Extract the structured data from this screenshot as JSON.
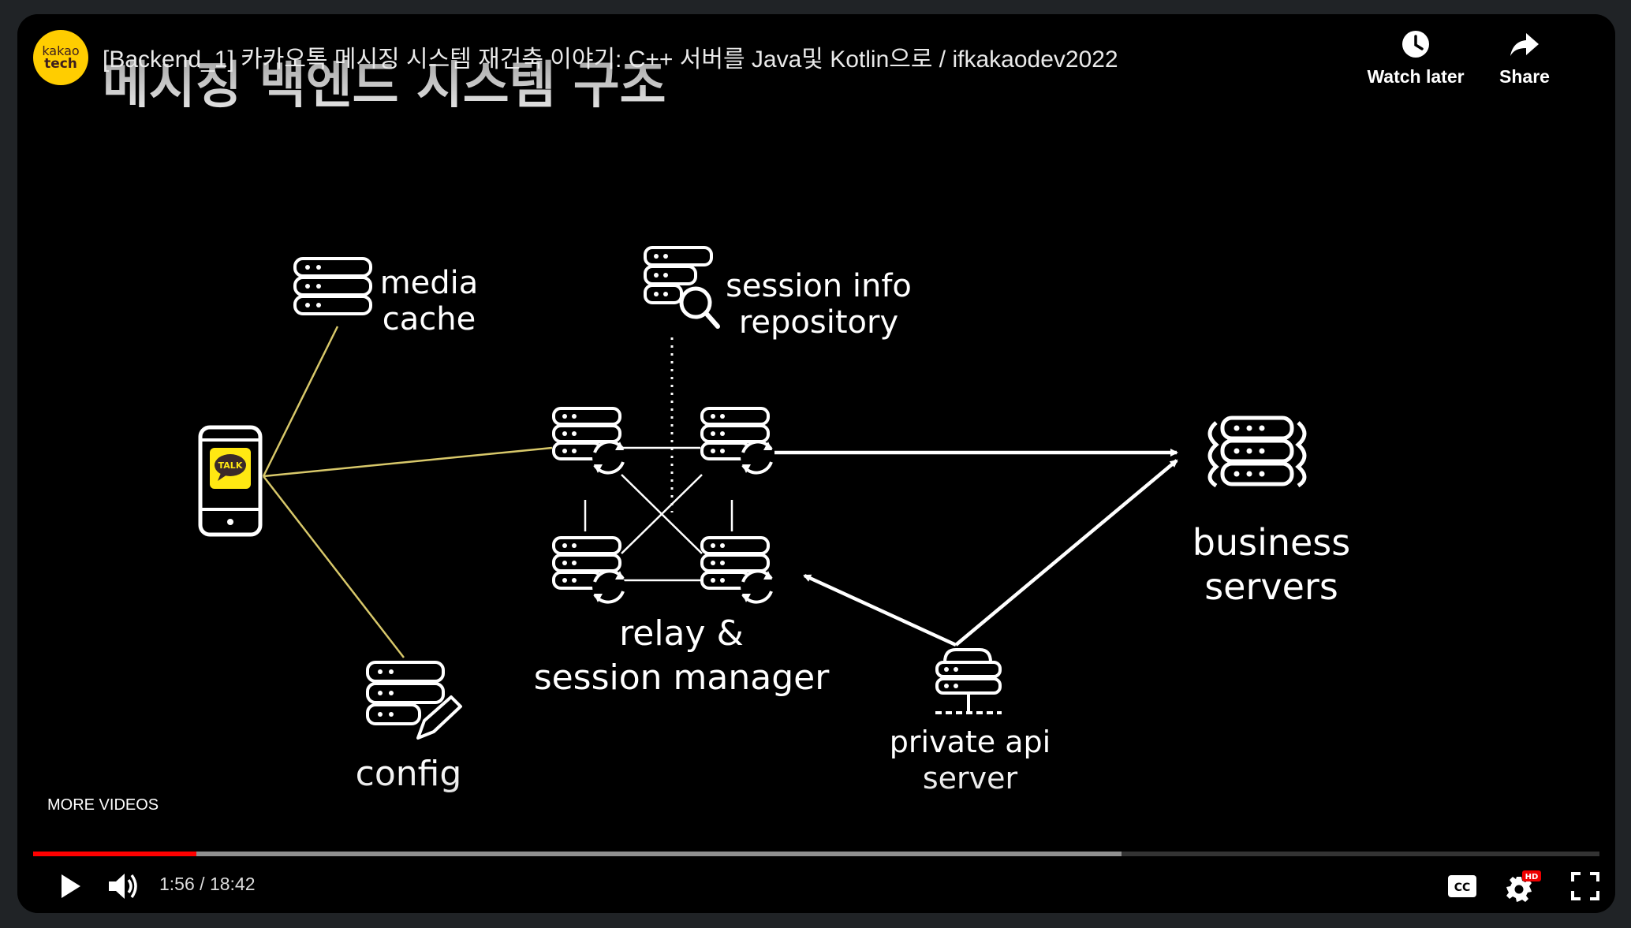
{
  "window": {
    "bg": "#202326"
  },
  "header": {
    "channel_avatar": {
      "line1": "kakao",
      "line2": "tech",
      "bg": "#ffcd00"
    },
    "title": "[Backend_1] 카카오톡 메시징 시스템 재건축 이야기: C++ 서버를 Java및 Kotlin으로 / ifkakaodev2022",
    "actions": [
      {
        "label": "Watch later",
        "icon": "clock-icon"
      },
      {
        "label": "Share",
        "icon": "share-arrow-icon"
      }
    ]
  },
  "slide": {
    "heading": "메시징 백엔드 시스템 구조",
    "accent": "#d8c86a",
    "phone": {
      "badge": "TALK",
      "badge_color": "#ffe812"
    },
    "nodes": {
      "media_cache": {
        "line1": "media",
        "line2": "cache"
      },
      "session_info": {
        "line1": "session info",
        "line2": "repository"
      },
      "relay": {
        "line1": "relay &",
        "line2": "session manager"
      },
      "business": {
        "line1": "business",
        "line2": "servers"
      },
      "private_api": {
        "line1": "private api",
        "line2": "server"
      },
      "config": {
        "label": "config"
      }
    }
  },
  "overlay": {
    "more_videos": "MORE VIDEOS"
  },
  "player": {
    "progress": {
      "played_fraction": 0.104,
      "buffered_fraction": 0.695,
      "played_color": "#ff0000"
    },
    "time": {
      "current": "1:56",
      "separator": " / ",
      "duration": "18:42"
    },
    "controls": {
      "play": "play-icon",
      "volume": "volume-icon",
      "captions": "captions-icon",
      "settings": "settings-gear-icon",
      "settings_badge": "HD",
      "fullscreen": "fullscreen-icon"
    }
  }
}
